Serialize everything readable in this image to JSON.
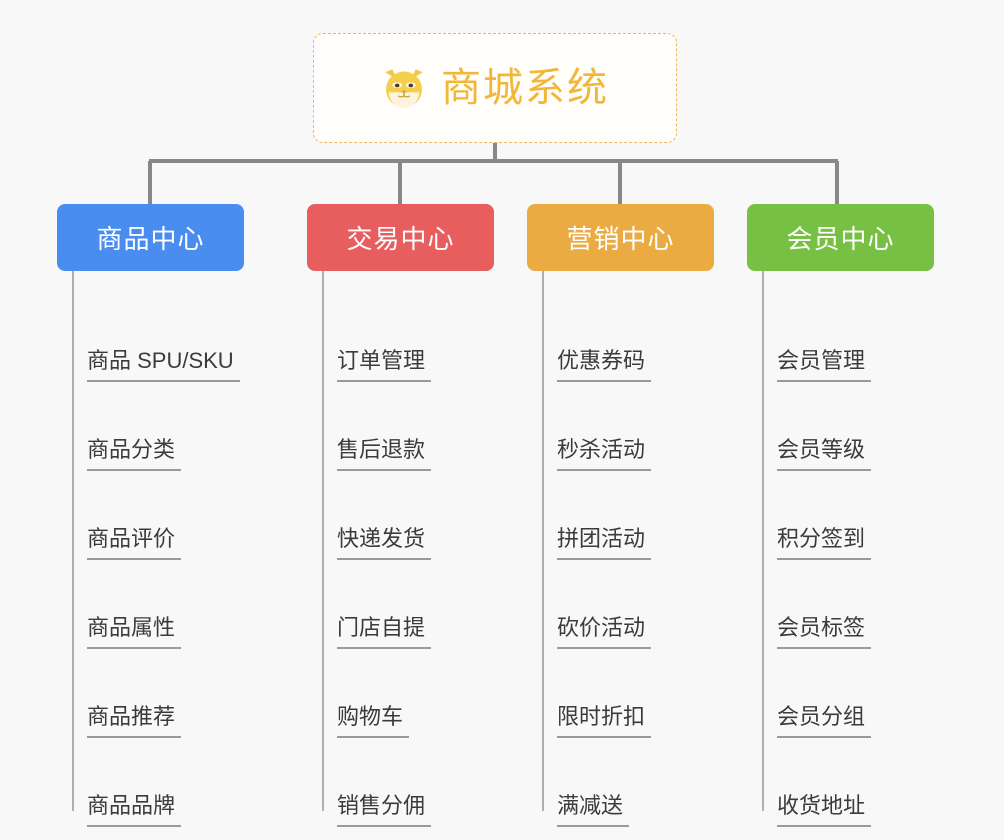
{
  "diagram": {
    "title": "商城系统",
    "background_color": "#f8f8f8"
  },
  "root": {
    "label": "商城系统",
    "icon": "shiba-dog-face-icon",
    "text_color": "#f2b738",
    "border_color": "#edb85a",
    "background_color": "#fffefb"
  },
  "connector_color": "#888888",
  "branches": [
    {
      "label": "商品中心",
      "color": "#4a8df0",
      "items": [
        "商品 SPU/SKU",
        "商品分类",
        "商品评价",
        "商品属性",
        "商品推荐",
        "商品品牌"
      ]
    },
    {
      "label": "交易中心",
      "color": "#e85d5d",
      "items": [
        "订单管理",
        "售后退款",
        "快递发货",
        "门店自提",
        "购物车",
        "销售分佣"
      ]
    },
    {
      "label": "营销中心",
      "color": "#eaac42",
      "items": [
        "优惠券码",
        "秒杀活动",
        "拼团活动",
        "砍价活动",
        "限时折扣",
        "满减送"
      ]
    },
    {
      "label": "会员中心",
      "color": "#77c044",
      "items": [
        "会员管理",
        "会员等级",
        "积分签到",
        "会员标签",
        "会员分组",
        "收货地址"
      ]
    }
  ]
}
